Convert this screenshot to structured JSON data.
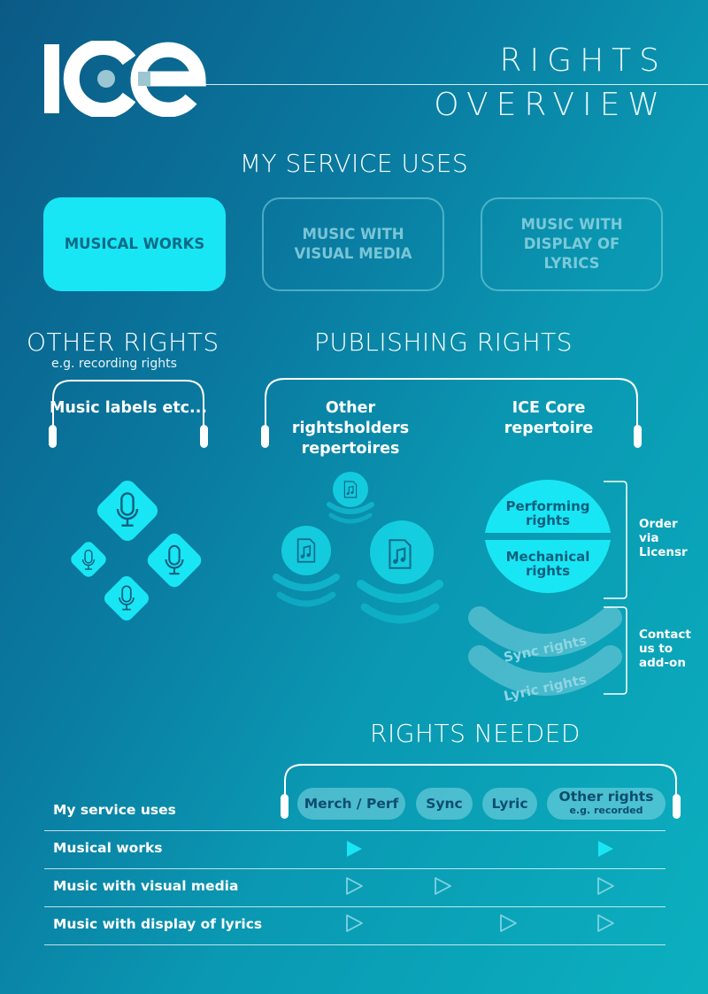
{
  "brand": {
    "logo_text": "ICE"
  },
  "header": {
    "title_line1": "RIGHTS",
    "title_line2": "OVERVIEW"
  },
  "service_uses": {
    "title": "MY SERVICE USES",
    "options": [
      {
        "label": "MUSICAL WORKS",
        "selected": true
      },
      {
        "label": "MUSIC WITH VISUAL MEDIA",
        "selected": false
      },
      {
        "label": "MUSIC WITH DISPLAY OF LYRICS",
        "selected": false
      }
    ]
  },
  "other_rights": {
    "title": "OTHER RIGHTS",
    "subtitle": "e.g. recording rights",
    "label": "Music labels etc..."
  },
  "publishing_rights": {
    "title": "PUBLISHING RIGHTS",
    "other_label": "Other rightsholders repertoires",
    "ice_label": "ICE Core repertoire",
    "performing": "Performing rights",
    "mechanical": "Mechanical rights",
    "sync": "Sync rights",
    "lyric": "Lyric rights",
    "order_note": "Order via Licensr",
    "contact_note": "Contact us to add-on"
  },
  "rights_needed": {
    "title": "RIGHTS NEEDED",
    "row_header": "My service uses",
    "columns": [
      {
        "label": "Merch / Perf",
        "sub": ""
      },
      {
        "label": "Sync",
        "sub": ""
      },
      {
        "label": "Lyric",
        "sub": ""
      },
      {
        "label": "Other rights",
        "sub": "e.g. recorded"
      }
    ],
    "rows": [
      {
        "label": "Musical works",
        "marks": [
          "filled",
          "none",
          "none",
          "filled"
        ]
      },
      {
        "label": "Music with visual media",
        "marks": [
          "outline",
          "outline",
          "none",
          "outline"
        ]
      },
      {
        "label": "Music with display of lyrics",
        "marks": [
          "outline",
          "none",
          "outline",
          "outline"
        ]
      }
    ]
  },
  "colors": {
    "accent": "#19e6f4",
    "muted": "#7fd3e2",
    "text": "#ffffff"
  }
}
